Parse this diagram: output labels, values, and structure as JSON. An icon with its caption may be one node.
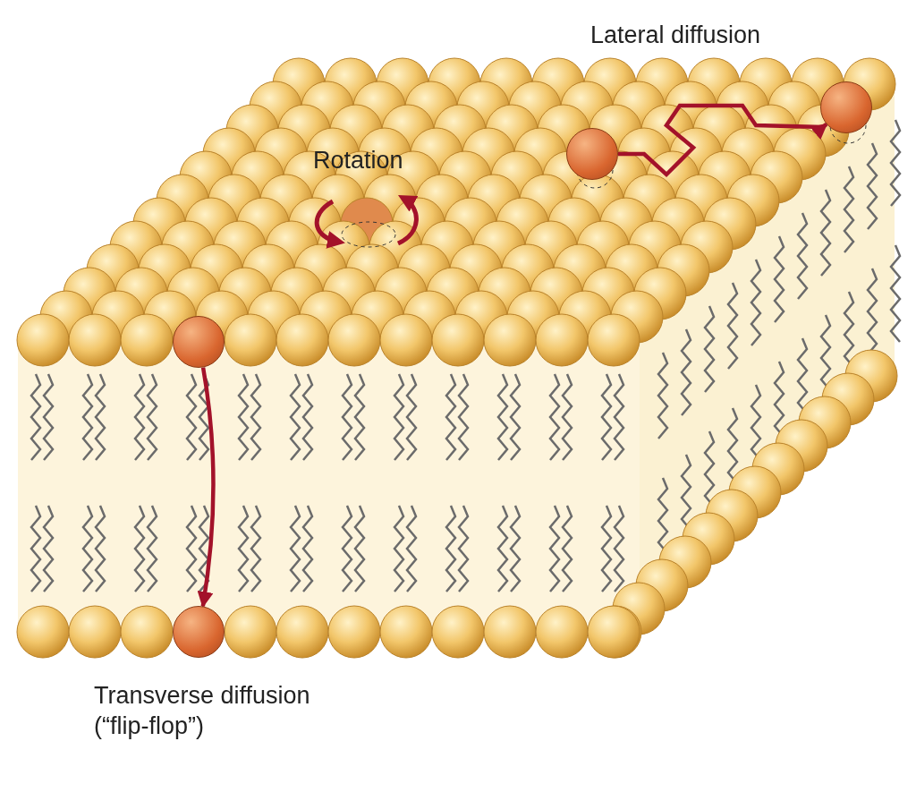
{
  "diagram": {
    "nodes": [
      {
        "text": [],
        "shape": "circle"
      },
      {
        "text": [],
        "shape": "circle"
      },
      {
        "text": [],
        "shape": "circle"
      },
      {
        "text": [],
        "shape": "circle"
      }
    ],
    "edges": [
      {
        "from": 0,
        "to": 1,
        "arrow": "to"
      },
      {
        "from": 2,
        "to": 3,
        "arrow": "to"
      }
    ],
    "labels": [
      "Lateral diffusion",
      "Rotation",
      "Transverse diffusion (“flip-flop”)"
    ]
  }
}
